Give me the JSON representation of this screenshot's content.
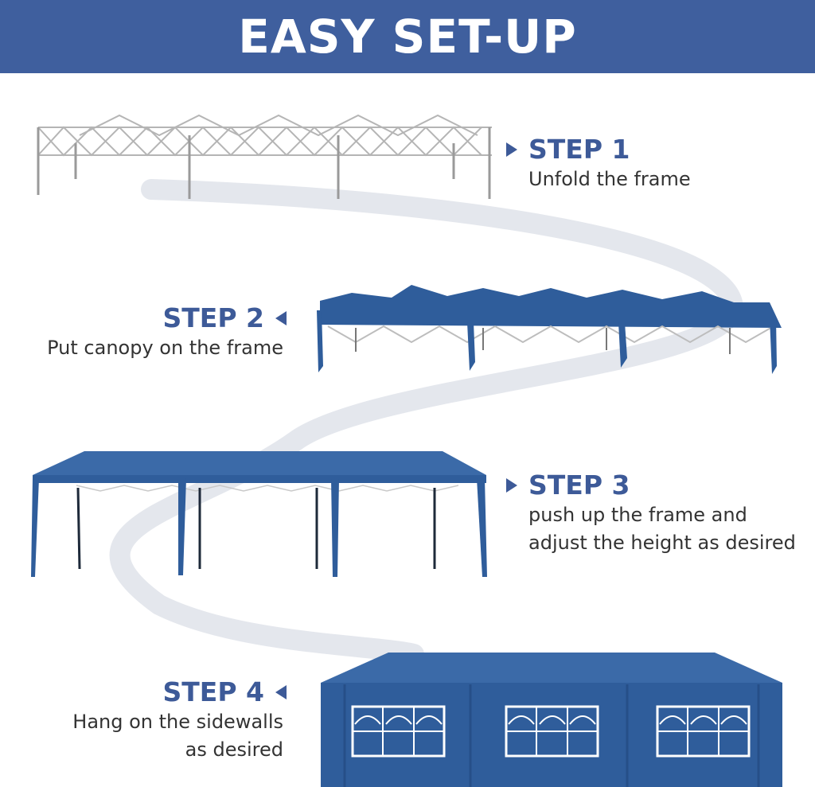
{
  "banner": {
    "title": "EASY SET-UP"
  },
  "steps": [
    {
      "label": "STEP 1",
      "lines": [
        "Unfold the frame"
      ]
    },
    {
      "label": "STEP 2",
      "lines": [
        "Put canopy on the frame"
      ]
    },
    {
      "label": "STEP 3",
      "lines": [
        "push up the frame and",
        "adjust the height as desired"
      ]
    },
    {
      "label": "STEP 4",
      "lines": [
        "Hang on the sidewalls",
        "as desired"
      ]
    }
  ],
  "colors": {
    "banner": "#3f5f9e",
    "accent": "#3d5a98",
    "canopy": "#2f5d9b",
    "path": "#e4e7ed"
  }
}
